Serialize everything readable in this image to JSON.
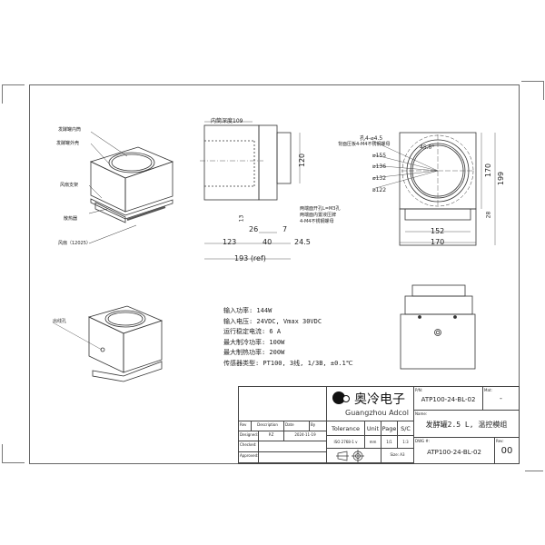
{
  "drawing": {
    "iso_view": {
      "labels": [
        "发酵罐内筒",
        "发酵罐外壳",
        "风扇支架",
        "散热器",
        "风扇（12025）"
      ]
    },
    "iso_view_rear": {
      "labels": [
        "出线孔"
      ]
    },
    "side_view": {
      "inner_depth_label": "内筒深度109",
      "dims": {
        "height_120": "120",
        "d_13": "13",
        "d_26": "26",
        "d_7": "7",
        "d_123": "123",
        "d_40": "40",
        "d_24_5": "24.5",
        "total": "193 (ref)"
      },
      "note": [
        "两端面开孔L=M3孔",
        "两端面内置液压牌",
        "4-M4不锈钢螺母"
      ]
    },
    "front_view": {
      "hole_note": [
        "孔4-⌀4.5",
        "背面压板4-M4不锈钢螺母"
      ],
      "angle": "45.0°",
      "diameters": [
        "⌀155",
        "⌀136",
        "⌀132",
        "⌀122"
      ],
      "dims": {
        "h_170": "170",
        "h_199": "199",
        "h_28": "28",
        "w_152": "152",
        "w_170": "170"
      }
    },
    "specs": [
      "输入功率: 144W",
      "输入电压: 24VDC, Vmax 30VDC",
      "运行稳定电流: 6 A",
      "最大制冷功率: 100W",
      "最大制热功率: 200W",
      "传感器类型: PT100, 3线, 1/3B, ±0.1℃"
    ]
  },
  "title_block": {
    "company_cn": "奥冷电子",
    "company_en": "Guangzhou Adcol",
    "rev_header": {
      "rev": "Rev",
      "description": "Description",
      "date": "Date",
      "by": "By"
    },
    "designed_label": "Designed:",
    "designed_value": "P.Z",
    "designed_date": "2024-11-19",
    "checked_label": "Checked:",
    "approved_label": "Approved:",
    "tolerance_label": "Tolerance",
    "tolerance_value": "ISO 2768-1 v",
    "unit_label": "Unit",
    "unit_value": "mm",
    "page_label": "Page",
    "page_value": "1/1",
    "sc_label": "S/C",
    "sc_value": "1:3",
    "size_label": "Size: A3",
    "pn_label": "P/N:",
    "pn_value": "ATP100-24-BL-02",
    "mat_label": "Mat:",
    "mat_value": "-",
    "name_label": "Name:",
    "name_value": "发酵罐2.5 L, 温控模组",
    "dwg_label": "DWG #:",
    "dwg_value": "ATP100-24-BL-02",
    "rev_label": "Rev:",
    "rev_value": "00"
  }
}
